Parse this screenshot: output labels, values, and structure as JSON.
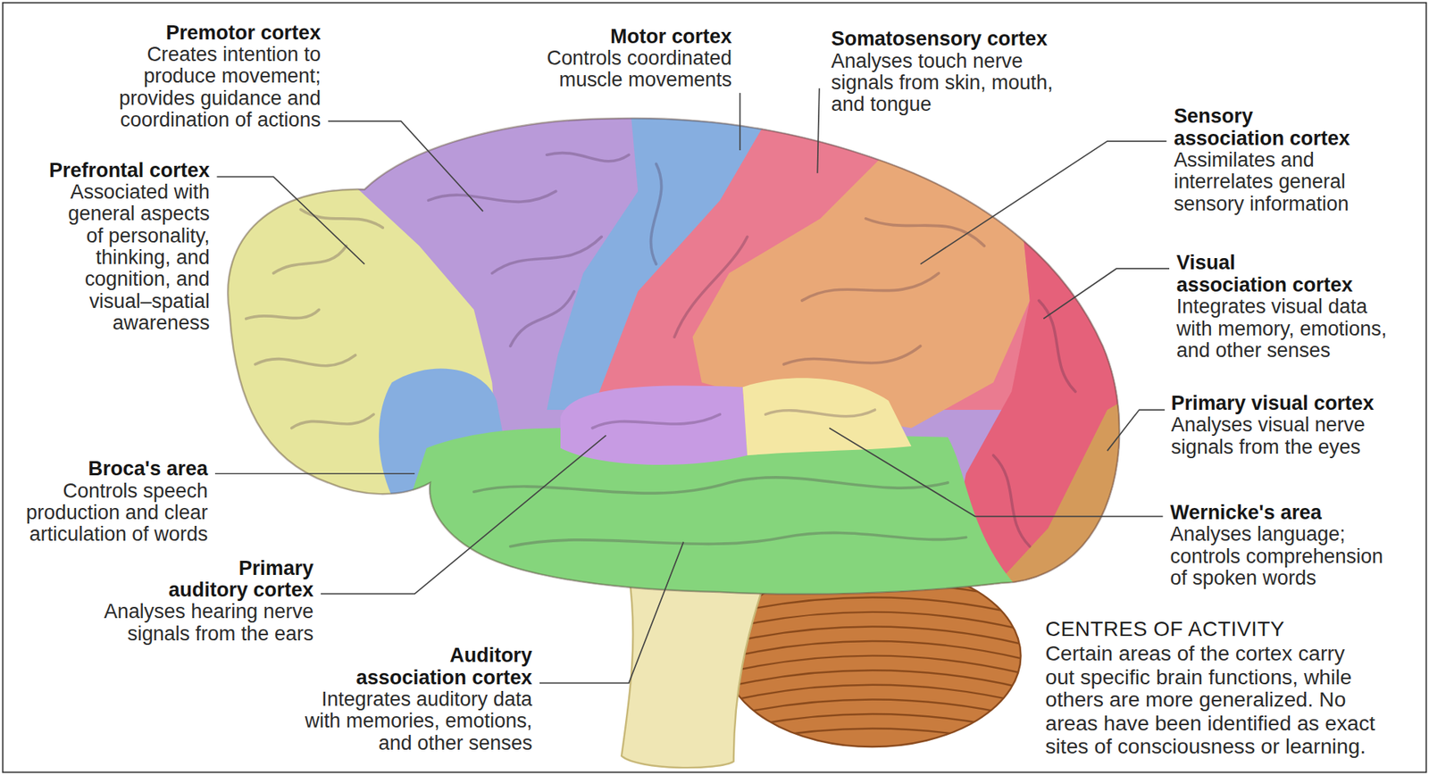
{
  "diagram": {
    "title": "CENTRES OF ACTIVITY",
    "caption": "Certain areas of the cortex carry out specific brain functions, while others are more generalized. No areas have been identified as exact sites of consciousness or learning.",
    "labels": [
      "Premotor cortex",
      "Creates intention to produce movement; provides guidance and coordination of actions",
      "Motor cortex",
      "Controls coordinated muscle movements",
      "Somatosensory cortex",
      "Analyses touch nerve signals from skin, mouth, and tongue",
      "Sensory association cortex",
      "Assimilates and interrelates general sensory information",
      "Prefrontal cortex",
      "Associated with general aspects of personality, thinking, and cognition, and visual–spatial awareness",
      "Visual association cortex",
      "Integrates visual data with memory, emotions, and other senses",
      "Primary visual cortex",
      "Analyses visual nerve signals from the eyes",
      "Broca's area",
      "Controls speech production and clear articulation of words",
      "Wernicke's area",
      "Analyses language; controls comprehension of spoken words",
      "Primary auditory cortex",
      "Analyses hearing nerve signals from the ears",
      "Auditory association cortex",
      "Integrates auditory data with memories, emotions, and other senses"
    ]
  }
}
